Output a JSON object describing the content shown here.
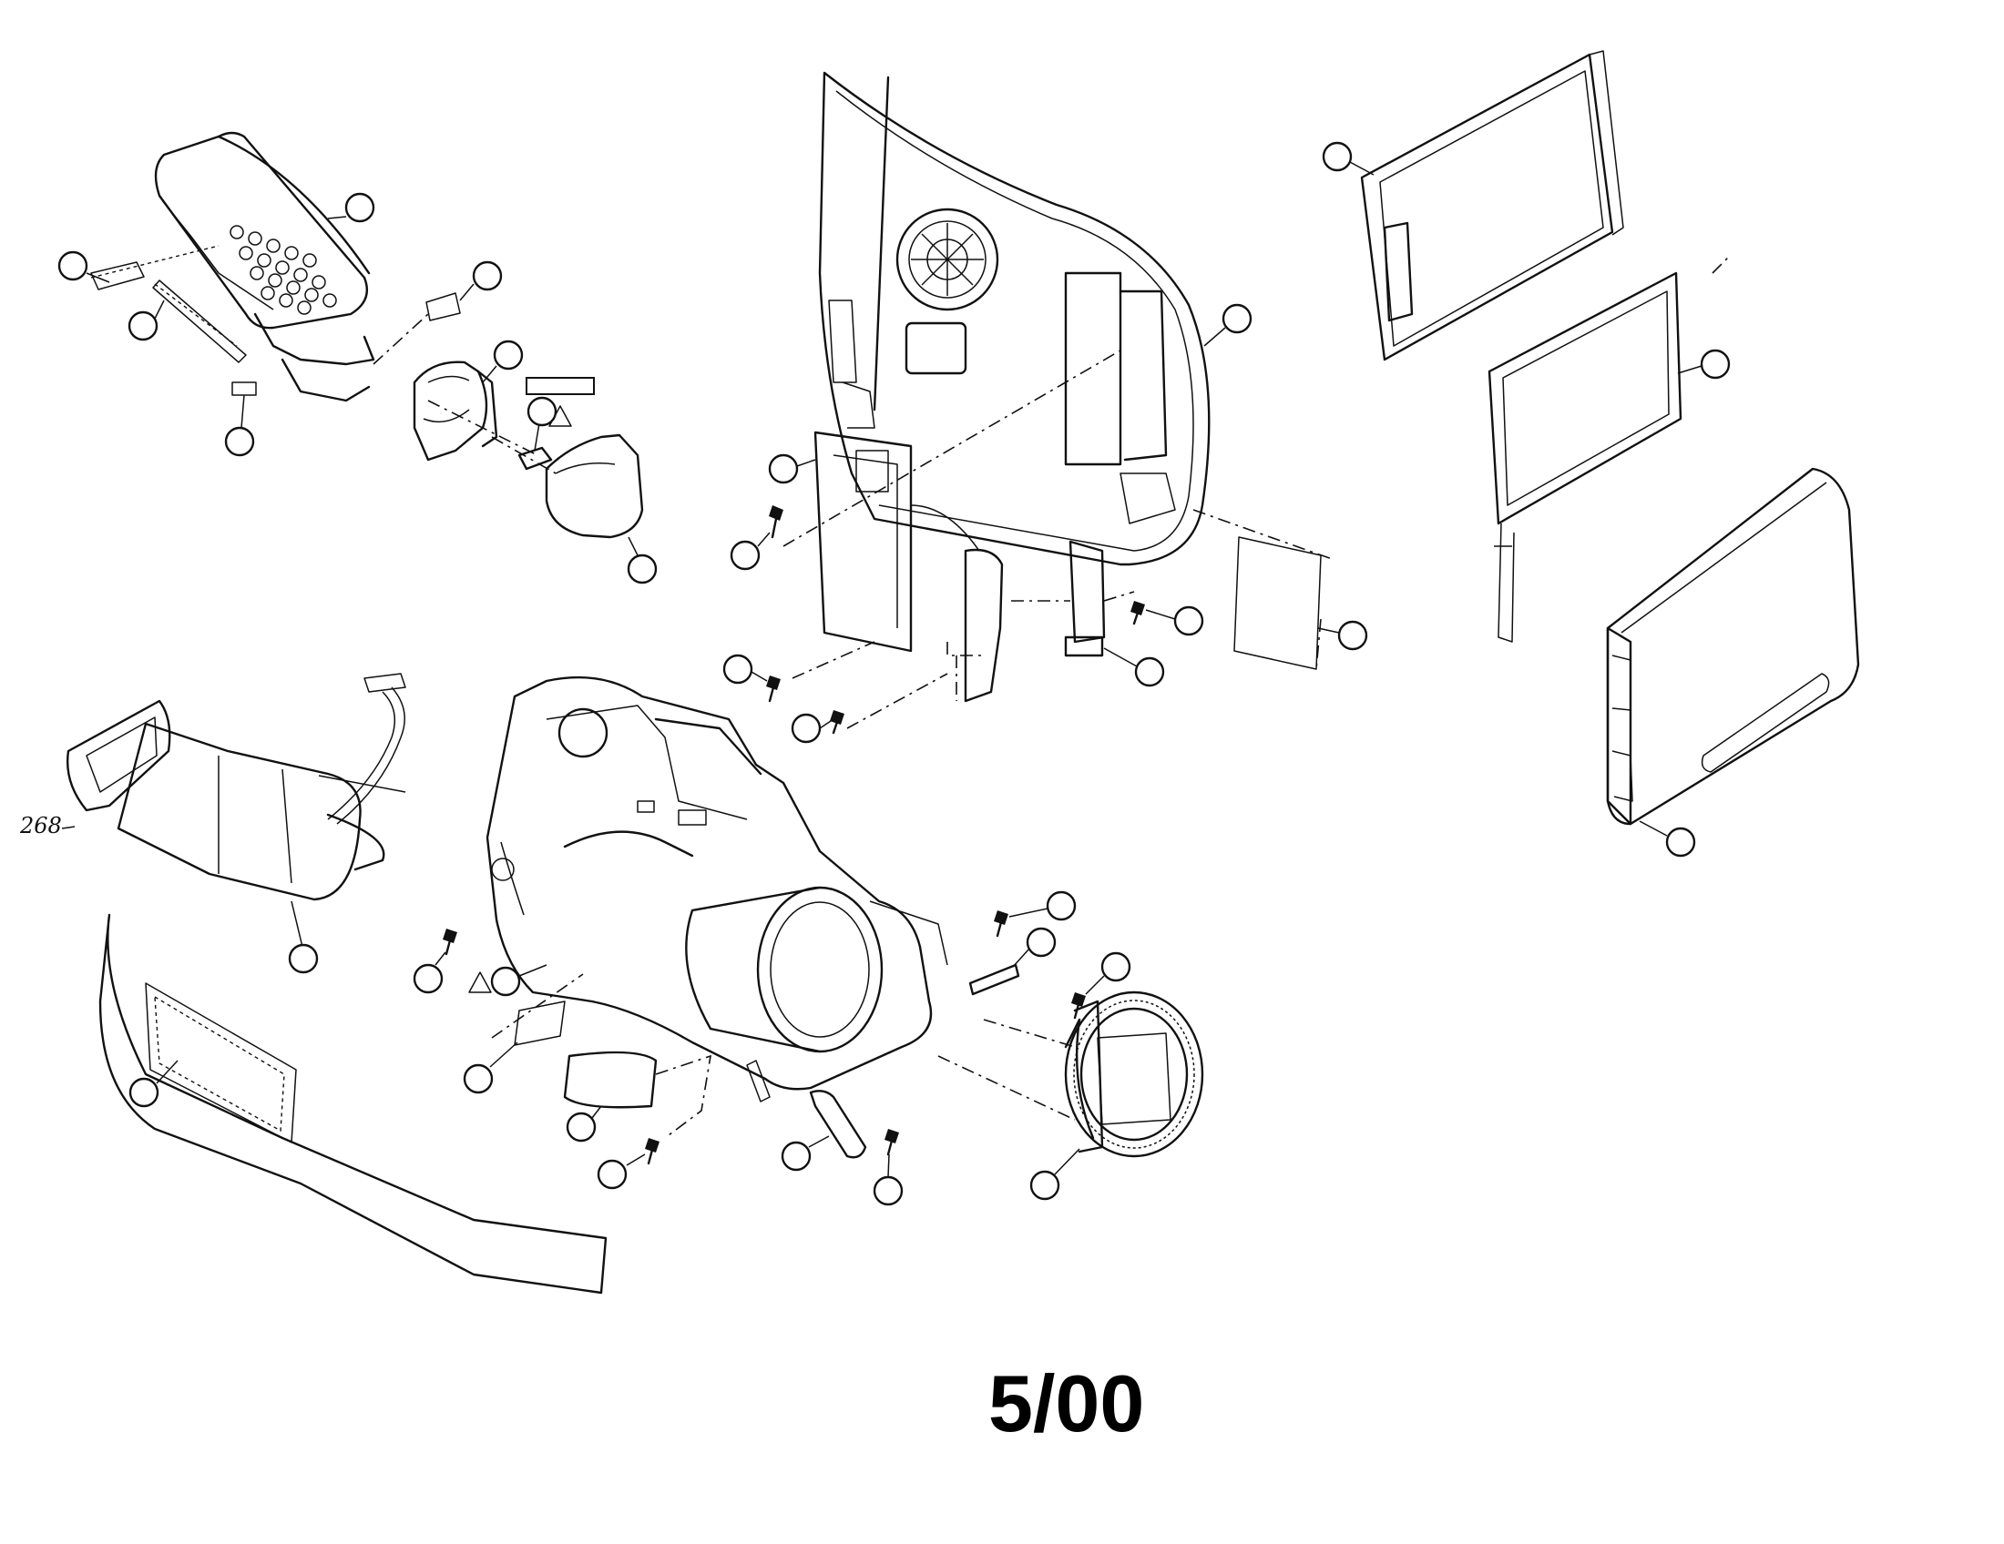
{
  "diagram": {
    "leader_label": "268",
    "note_label": "",
    "page_caption": "5/00",
    "callouts": [
      {
        "id": "c-grip-pad",
        "label": ""
      },
      {
        "id": "c-strip-upper",
        "label": ""
      },
      {
        "id": "c-strip-lower",
        "label": ""
      },
      {
        "id": "c-small-clip",
        "label": ""
      },
      {
        "id": "c-label-plate",
        "label": ""
      },
      {
        "id": "c-cover-upper",
        "label": ""
      },
      {
        "id": "c-spring",
        "label": ""
      },
      {
        "id": "c-cover-lower",
        "label": ""
      },
      {
        "id": "c-side-case",
        "label": ""
      },
      {
        "id": "c-board",
        "label": ""
      },
      {
        "id": "c-screw-a",
        "label": ""
      },
      {
        "id": "c-screw-b",
        "label": ""
      },
      {
        "id": "c-screw-c",
        "label": ""
      },
      {
        "id": "c-screw-d",
        "label": ""
      },
      {
        "id": "c-small-board",
        "label": ""
      },
      {
        "id": "c-sheet",
        "label": ""
      },
      {
        "id": "c-lcd-frame",
        "label": ""
      },
      {
        "id": "c-lcd-panel",
        "label": ""
      },
      {
        "id": "c-lcd-cover",
        "label": ""
      },
      {
        "id": "c-viewfinder",
        "label": ""
      },
      {
        "id": "c-hand-strap",
        "label": ""
      },
      {
        "id": "c-screw-e",
        "label": ""
      },
      {
        "id": "c-front-case",
        "label": ""
      },
      {
        "id": "c-film-a",
        "label": ""
      },
      {
        "id": "c-film-b",
        "label": ""
      },
      {
        "id": "c-screw-f",
        "label": ""
      },
      {
        "id": "c-lens-latch",
        "label": ""
      },
      {
        "id": "c-screw-g",
        "label": ""
      },
      {
        "id": "c-lens-ring",
        "label": ""
      },
      {
        "id": "c-screw-h",
        "label": ""
      },
      {
        "id": "c-part-ad",
        "label": ""
      },
      {
        "id": "c-screw-i",
        "label": ""
      }
    ]
  }
}
